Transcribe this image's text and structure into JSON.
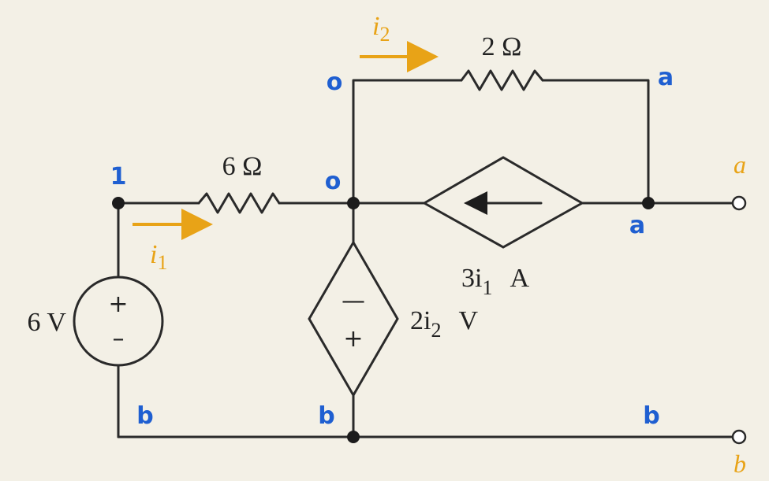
{
  "components": {
    "r_top": "2 Ω",
    "r_left": "6 Ω",
    "v_source": "6 V",
    "v_plus": "+",
    "v_minus": "–",
    "dep_v_top": "—",
    "dep_v_bottom": "+",
    "dep_v_value": "2i",
    "dep_v_sub": "2",
    "dep_v_unit": "V",
    "dep_i_value": "3i",
    "dep_i_sub": "1",
    "dep_i_unit": "A"
  },
  "currents": {
    "i1": "i",
    "i1_sub": "1",
    "i2": "i",
    "i2_sub": "2"
  },
  "node_labels": {
    "top_left": "o",
    "top_right": "a",
    "left": "1",
    "middle": "o",
    "right": "a",
    "bottom_left": "b",
    "bottom_mid": "b",
    "bottom_right": "b"
  },
  "terminals": {
    "a": "a",
    "b": "b"
  },
  "colors": {
    "wire": "#2a2a2a",
    "node_label": "#1f5fd1",
    "current_arrow": "#e8a317",
    "background": "#f3f0e6"
  }
}
